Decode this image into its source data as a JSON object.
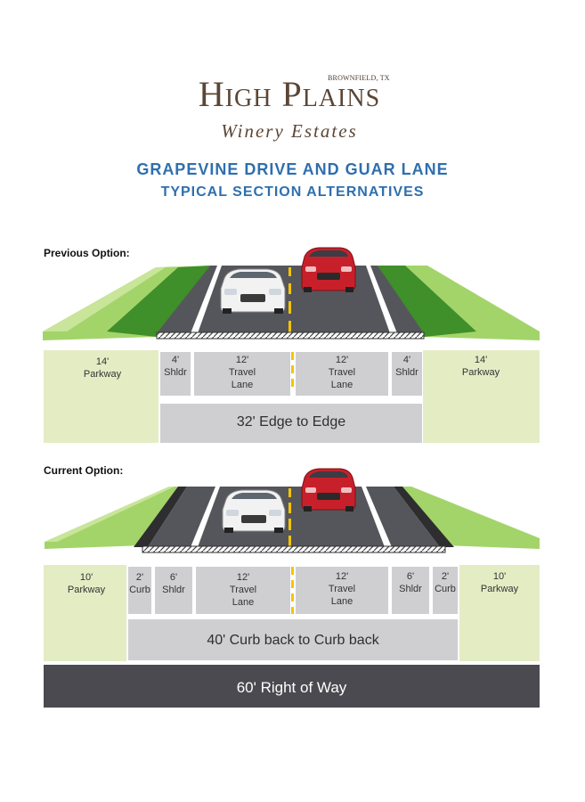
{
  "logo": {
    "location": "BROWNFIELD, TX",
    "name": "High Plains",
    "tagline": "Winery Estates"
  },
  "title": {
    "line1": "GRAPEVINE DRIVE AND GUAR LANE",
    "line2": "TYPICAL SECTION ALTERNATIVES"
  },
  "previous": {
    "label": "Previous Option:",
    "parkway_left": {
      "width": "14'",
      "name": "Parkway"
    },
    "shoulder_left": {
      "width": "4'",
      "name": "Shldr"
    },
    "lane_left": {
      "width": "12'",
      "name": "Travel",
      "name2": "Lane"
    },
    "lane_right": {
      "width": "12'",
      "name": "Travel",
      "name2": "Lane"
    },
    "shoulder_right": {
      "width": "4'",
      "name": "Shldr"
    },
    "parkway_right": {
      "width": "14'",
      "name": "Parkway"
    },
    "total": "32' Edge to Edge"
  },
  "current": {
    "label": "Current Option:",
    "parkway_left": {
      "width": "10'",
      "name": "Parkway"
    },
    "curb_left": {
      "width": "2'",
      "name": "Curb"
    },
    "shoulder_left": {
      "width": "6'",
      "name": "Shldr"
    },
    "lane_left": {
      "width": "12'",
      "name": "Travel",
      "name2": "Lane"
    },
    "lane_right": {
      "width": "12'",
      "name": "Travel",
      "name2": "Lane"
    },
    "shoulder_right": {
      "width": "6'",
      "name": "Shldr"
    },
    "curb_right": {
      "width": "2'",
      "name": "Curb"
    },
    "parkway_right": {
      "width": "10'",
      "name": "Parkway"
    },
    "total": "40' Curb back to Curb back",
    "row": "60' Right of Way"
  },
  "colors": {
    "title_blue": "#2f6fae",
    "grass": "#8cc63f",
    "grass_dark": "#3f8f2a",
    "pavement": "#5a5a5e",
    "lane_stripe": "#f5c400",
    "parkway_fill": "#e4ecc4",
    "cell_fill": "#cfcfd2",
    "row_fill": "#4a4a50"
  }
}
